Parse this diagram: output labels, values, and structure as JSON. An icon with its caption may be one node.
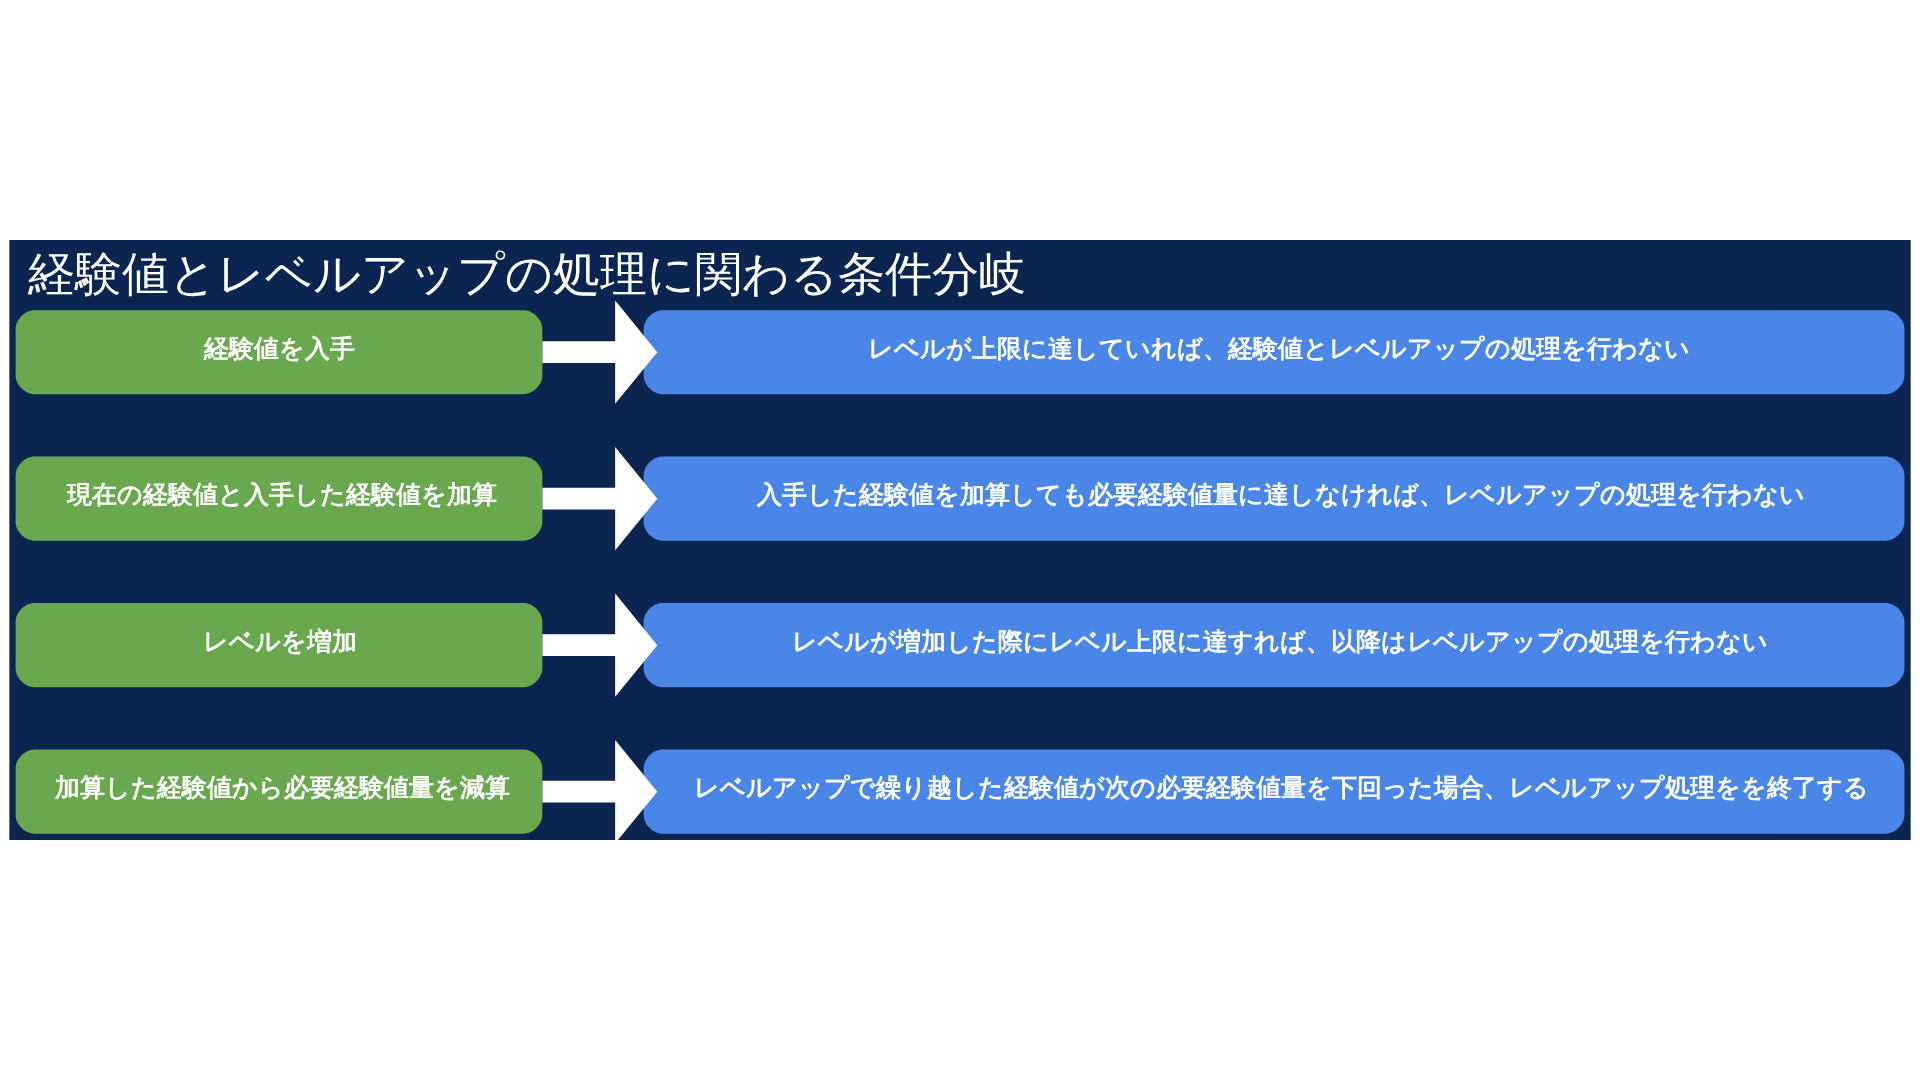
{
  "diagram": {
    "title": "経験値とレベルアップの処理に関わる条件分岐",
    "nodes": [
      {
        "text": [
          "経験値を入手"
        ]
      },
      {
        "text": [
          "レベルが上限に達していれば、経験値とレベルアップの処理を行わない"
        ]
      },
      {
        "text": [
          "現在の経験値と入手した経験値を加算"
        ]
      },
      {
        "text": [
          "入手した経験値を加算しても必要経験値量に達しなければ、レベルアップの処理を行わない"
        ]
      },
      {
        "text": [
          "レベルを増加"
        ]
      },
      {
        "text": [
          "レベルが増加した際にレベル上限に達すれば、以降はレベルアップの処理を行わない"
        ]
      },
      {
        "text": [
          "加算した経験値から必要経験値量を減算"
        ]
      },
      {
        "text": [
          "レベルアップで繰り越した経験値が次の必要経験値量を下回った場合、レベルアップ処理をを終了する"
        ]
      }
    ],
    "edges": [
      {
        "from": 0,
        "to": 1,
        "arrow": "to"
      },
      {
        "from": 2,
        "to": 3,
        "arrow": "to"
      },
      {
        "from": 4,
        "to": 5,
        "arrow": "to"
      },
      {
        "from": 6,
        "to": 7,
        "arrow": "to"
      }
    ]
  }
}
